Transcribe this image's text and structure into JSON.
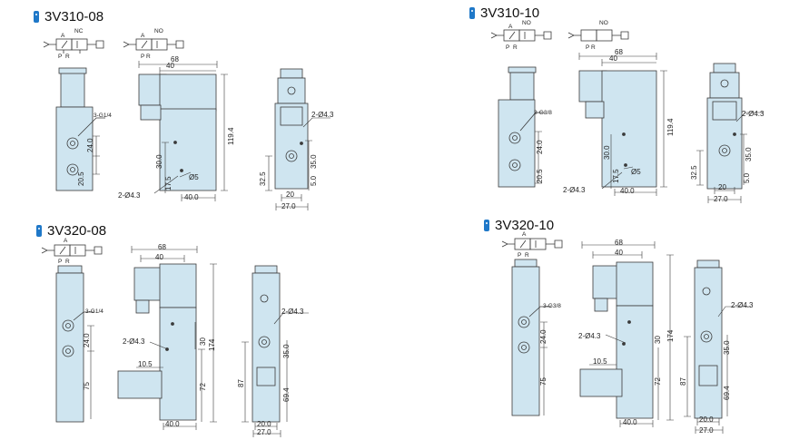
{
  "colors": {
    "body": "#cfe5f0",
    "stroke": "#3a3a3a",
    "badge": "#1f78c8",
    "bg": "#ffffff"
  },
  "panels": [
    {
      "title": "3V310-08",
      "symbol": {
        "top": "NC",
        "a": "A",
        "p": "P",
        "r": "R"
      },
      "port": "3-G1/4",
      "widths": {
        "overall": "68",
        "upper": "40",
        "base": "40.0",
        "side_inner": "20",
        "side_outer": "27.0"
      },
      "heights": {
        "total": "119.4",
        "h35": "35.0",
        "h30": "30.0",
        "h24": "24.0",
        "h205": "20.5",
        "h175": "17.5",
        "h325": "32.5",
        "h50": "5.0"
      },
      "holes": {
        "mount": "2-Ø4.3",
        "small": "Ø5",
        "mount2": "2-Ø4.3"
      }
    },
    {
      "title": "3V310-10",
      "symbol": {
        "top": "NO",
        "a": "A",
        "p": "P",
        "r": "R"
      },
      "port": "3-G3/8",
      "widths": {
        "overall": "68",
        "upper": "40",
        "base": "40.0",
        "side_inner": "20",
        "side_outer": "27.0"
      },
      "heights": {
        "total": "119.4",
        "h35": "35.0",
        "h30": "30.0",
        "h24": "24.0",
        "h205": "20.5",
        "h175": "17.5",
        "h325": "32.5",
        "h50": "5.0"
      },
      "holes": {
        "mount": "2-Ø4.3",
        "small": "Ø5",
        "mount2": "2-Ø4.3"
      }
    },
    {
      "title": "3V320-08",
      "symbol": {
        "top": "",
        "a": "A",
        "p": "P",
        "r": "R"
      },
      "port": "3-G1/4",
      "widths": {
        "overall": "68",
        "upper": "40",
        "base": "40.0",
        "side_inner": "20.0",
        "side_outer": "27.0"
      },
      "heights": {
        "total": "174",
        "h72": "72",
        "h30": "30",
        "h24": "24.0",
        "h75": "75",
        "h87": "87",
        "h694": "69.4",
        "h350": "35.0",
        "h105": "10.5"
      },
      "holes": {
        "mount": "2-Ø4.3",
        "mount2": "2-Ø4.3"
      }
    },
    {
      "title": "3V320-10",
      "symbol": {
        "top": "",
        "a": "A",
        "p": "P",
        "r": "R"
      },
      "port": "3-G3/8",
      "widths": {
        "overall": "68",
        "upper": "40",
        "base": "40.0",
        "side_inner": "20.0",
        "side_outer": "27.0"
      },
      "heights": {
        "total": "174",
        "h72": "72",
        "h30": "30",
        "h24": "24.0",
        "h75": "75",
        "h87": "87",
        "h694": "69.4",
        "h350": "35.0",
        "h105": "10.5"
      },
      "holes": {
        "mount": "2-Ø4.3",
        "mount2": "2-Ø4.3"
      }
    }
  ]
}
